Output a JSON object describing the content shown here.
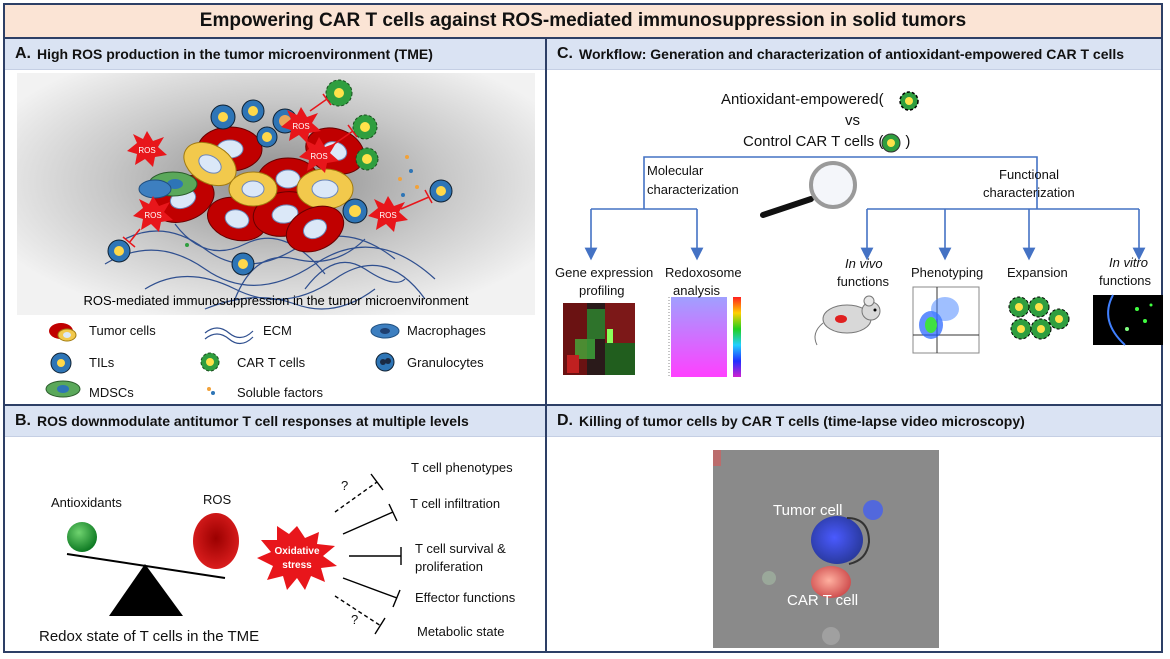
{
  "title": "Empowering CAR T cells against ROS-mediated immunosuppression in solid tumors",
  "panel_a": {
    "letter": "A.",
    "heading": "High ROS production in the tumor microenvironment (TME)",
    "ros_label": "ROS",
    "caption": "ROS-mediated immunosuppression in the tumor microenvironment",
    "legend": {
      "tumor": "Tumor cells",
      "ecm": "ECM",
      "macrophages": "Macrophages",
      "tils": "TILs",
      "cart": "CAR T cells",
      "granulocytes": "Granulocytes",
      "mdscs": "MDSCs",
      "soluble": "Soluble factors"
    }
  },
  "panel_b": {
    "letter": "B.",
    "heading": "ROS downmodulate antitumor T cell responses at multiple levels",
    "antioxidants": "Antioxidants",
    "ros": "ROS",
    "stress_line1": "Oxidative",
    "stress_line2": "stress",
    "caption": "Redox state of T cells in the TME",
    "question": "?",
    "targets": [
      "T cell phenotypes",
      "T cell infiltration",
      "T cell survival &",
      "proliferation",
      "Effector functions",
      "Metabolic state"
    ]
  },
  "panel_c": {
    "letter": "C.",
    "heading": "Workflow: Generation and characterization of antioxidant-empowered CAR T cells",
    "top_line1": "Antioxidant-empowered(",
    "close_paren": ")",
    "top_line2": "vs",
    "top_line3": "Control CAR T cells (",
    "molecular_line1": "Molecular",
    "molecular_line2": "characterization",
    "functional_line1": "Functional",
    "functional_line2": "characterization",
    "gene_line1": "Gene expression",
    "gene_line2": "profiling",
    "redox_line1": "Redoxosome",
    "redox_line2": "analysis",
    "invivo_line1": "In vivo",
    "invivo_line2": "functions",
    "phenotyping": "Phenotyping",
    "expansion": "Expansion",
    "invitro_line1": "In vitro",
    "invitro_line2": "functions"
  },
  "panel_d": {
    "letter": "D.",
    "heading": "Killing of tumor cells  by CAR T cells (time-lapse video microscopy)",
    "tumor_label": "Tumor cell",
    "cart_label": "CAR T cell"
  },
  "colors": {
    "frame": "#2d3f66",
    "title_bg": "#fbe4d5",
    "panel_head_bg": "#dae3f3",
    "tumor_red": "#c00000",
    "til_blue": "#2e75b6",
    "cart_green": "#2f9e3f",
    "arrow_blue": "#4472c4",
    "ros_red": "#e8161b"
  }
}
